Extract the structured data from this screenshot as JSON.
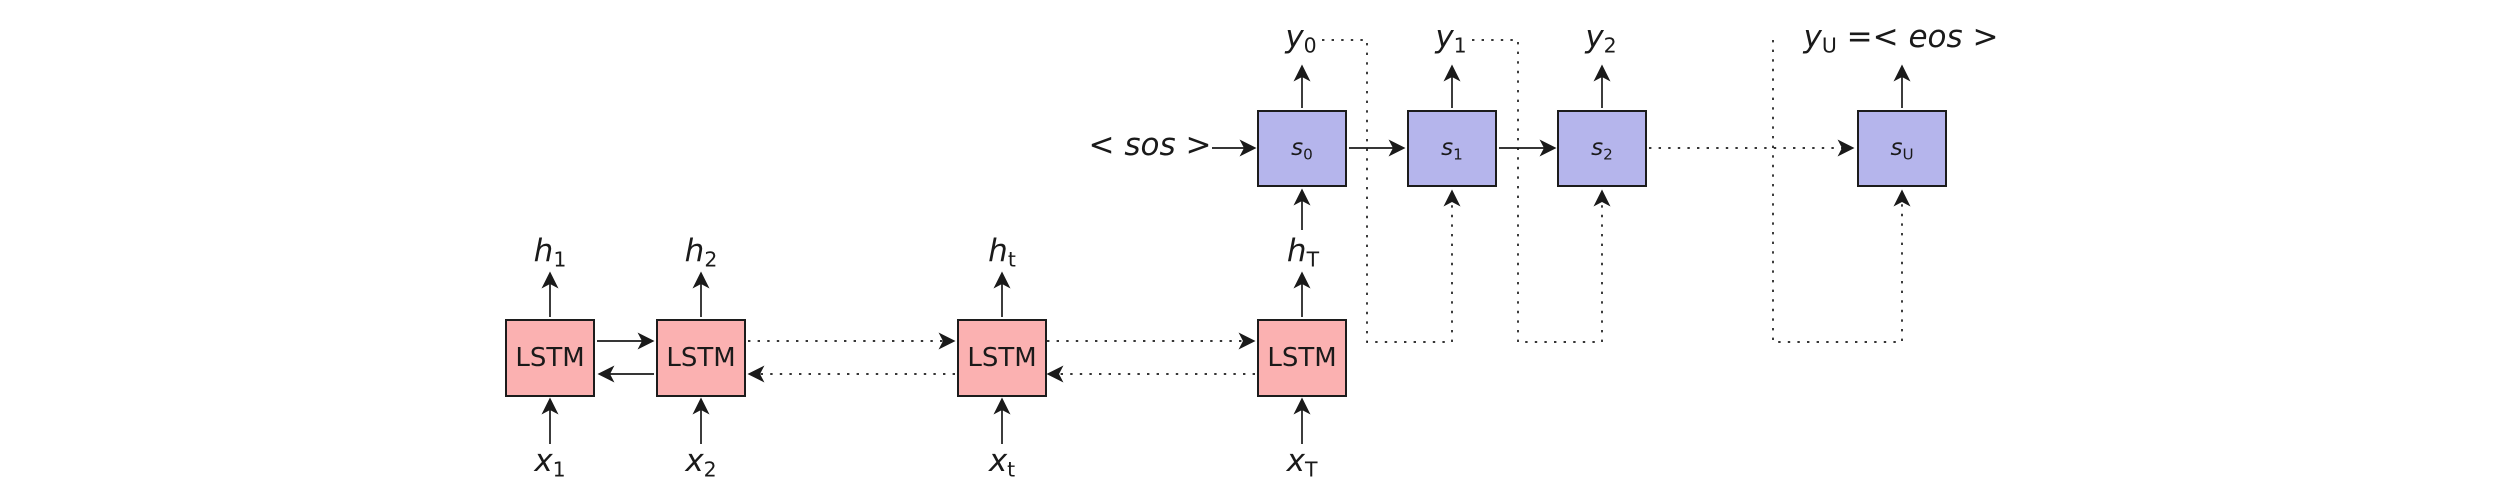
{
  "colors": {
    "encoder-fill": "#fbb1b1",
    "decoder-fill": "#b5b5ec",
    "stroke": "#1a1a1a",
    "background": "#ffffff"
  },
  "encoder": {
    "cells": [
      {
        "label": "LSTM",
        "input": {
          "base": "x",
          "sub": "1"
        },
        "output": {
          "base": "h",
          "sub": "1"
        }
      },
      {
        "label": "LSTM",
        "input": {
          "base": "x",
          "sub": "2"
        },
        "output": {
          "base": "h",
          "sub": "2"
        }
      },
      {
        "label": "LSTM",
        "input": {
          "base": "x",
          "sub": "t"
        },
        "output": {
          "base": "h",
          "sub": "t"
        }
      },
      {
        "label": "LSTM",
        "input": {
          "base": "x",
          "sub": "T"
        },
        "output": {
          "base": "h",
          "sub": "T"
        }
      }
    ]
  },
  "decoder": {
    "start_token": "< sos >",
    "cells": [
      {
        "state": {
          "base": "s",
          "sub": "0"
        },
        "output": {
          "base": "y",
          "sub": "0"
        }
      },
      {
        "state": {
          "base": "s",
          "sub": "1"
        },
        "output": {
          "base": "y",
          "sub": "1"
        }
      },
      {
        "state": {
          "base": "s",
          "sub": "2"
        },
        "output": {
          "base": "y",
          "sub": "2"
        }
      },
      {
        "state": {
          "base": "s",
          "sub": "U"
        },
        "output": {
          "base": "y",
          "sub": "U",
          "suffix": " =< eos >"
        }
      }
    ]
  }
}
